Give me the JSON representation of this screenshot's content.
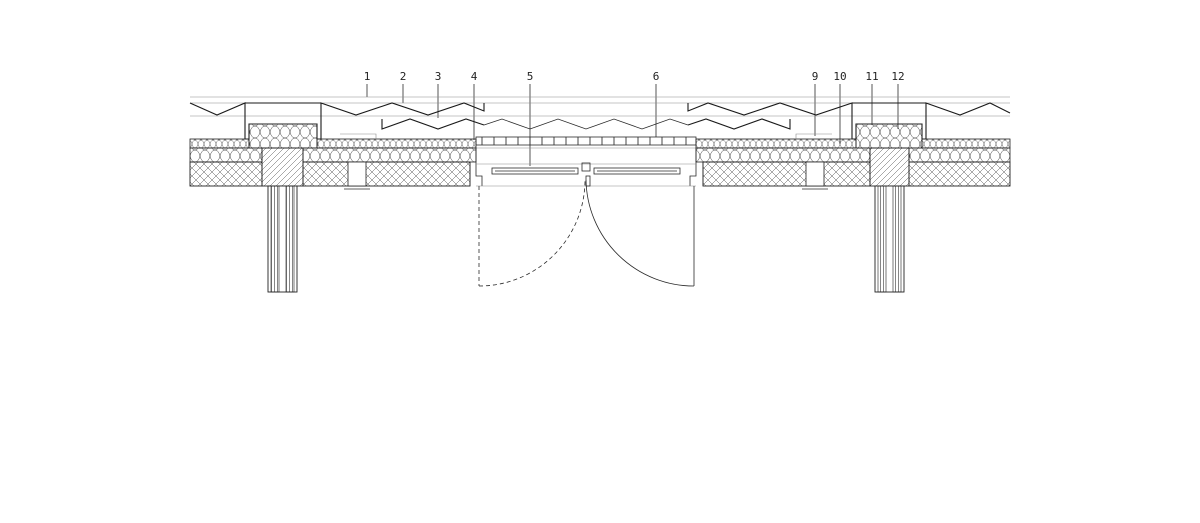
{
  "diagram": {
    "callouts": [
      {
        "key": "c1",
        "label": "1"
      },
      {
        "key": "c2",
        "label": "2"
      },
      {
        "key": "c3",
        "label": "3"
      },
      {
        "key": "c4",
        "label": "4"
      },
      {
        "key": "c5",
        "label": "5"
      },
      {
        "key": "c6",
        "label": "6"
      },
      {
        "key": "c9",
        "label": "9"
      },
      {
        "key": "c10",
        "label": "10"
      },
      {
        "key": "c11",
        "label": "11"
      },
      {
        "key": "c12",
        "label": "12"
      }
    ]
  },
  "colors": {
    "line": "#2a2a2a",
    "background": "#ffffff"
  }
}
